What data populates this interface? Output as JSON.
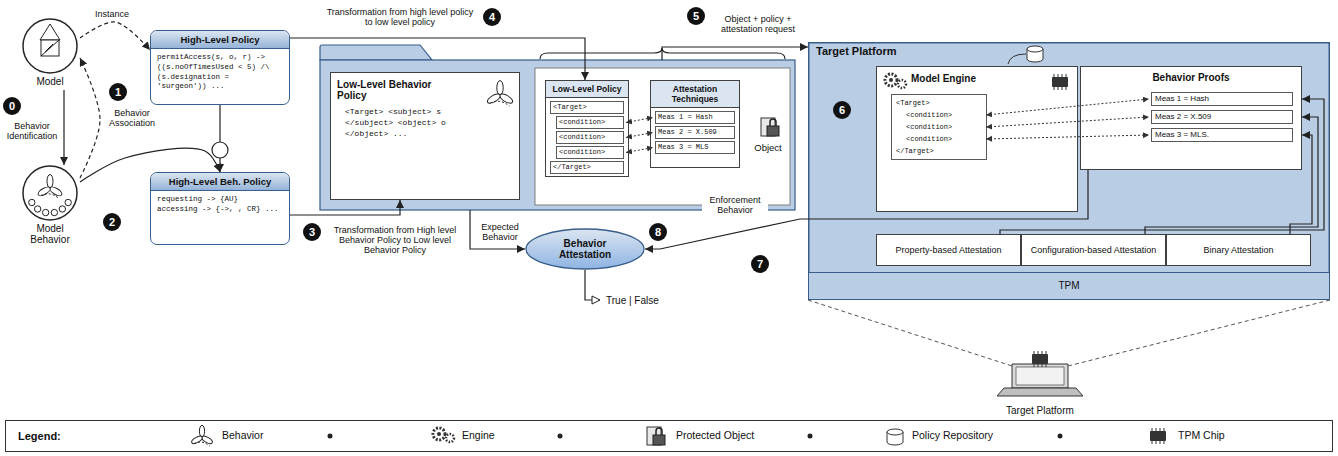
{
  "diagram": {
    "nodes": [
      {
        "text": [
          "Model"
        ]
      },
      {
        "text": [
          "High-Level Policy",
          "permitAccess(s, o, r) -> ((s.noOfTimesUsed < 5) /\\ (s.designation = 'surgeon')) ..."
        ]
      },
      {
        "text": [
          "Model Behavior"
        ]
      },
      {
        "text": [
          "High-Level Beh. Policy",
          "requesting -> {AU} accessing -> {->, , CR} ..."
        ]
      },
      {
        "text": []
      },
      {
        "text": [
          "Low-Level Behavior Policy",
          "<Target> <subject> s </subject> <object> o </object> ..."
        ],
        "in": 4
      },
      {
        "text": [
          "Low-Level Policy",
          "<Target>",
          "<condition>",
          "<condition>",
          "<condition>",
          "</Target>"
        ],
        "in": 4
      },
      {
        "text": [
          "Attestation Techniques",
          "Meas 1 = Hash",
          "Meas 2 = X.509",
          "Meas 3 = MLS"
        ],
        "in": 4
      },
      {
        "text": [
          "Object"
        ],
        "in": 4
      },
      {
        "text": [
          "Behavior Attestation"
        ]
      },
      {
        "text": [
          "Target Platform"
        ]
      },
      {
        "text": [
          "Model Engine",
          "<Target>",
          "<condition>",
          "<condition>",
          "<condition>",
          "</Target>"
        ],
        "in": 10
      },
      {
        "text": [
          "Behavior Proofs",
          "Meas 1 = Hash",
          "Meas 2 = X.509",
          "Meas 3 = MLS."
        ],
        "in": 10
      },
      {
        "text": [
          "Property-based Attestation"
        ],
        "in": 10
      },
      {
        "text": [
          "Configuration-based Attestation"
        ],
        "in": 10
      },
      {
        "text": [
          "Binary Attestation"
        ],
        "in": 10
      },
      {
        "text": [
          "TPM"
        ],
        "in": 10
      }
    ],
    "edges": [
      {
        "from": 0,
        "to": 1,
        "arrow": "to",
        "label": "Instance"
      },
      {
        "from": 0,
        "to": 2,
        "arrow": "to",
        "label": "Behavior Identification"
      },
      {
        "from": 2,
        "to": 0,
        "arrow": "to",
        "label": "Behavior Association"
      },
      {
        "from": 1,
        "to": 3,
        "arrow": "to"
      },
      {
        "from": 2,
        "to": 3,
        "arrow": "to"
      },
      {
        "from": 3,
        "to": 5,
        "arrow": "to",
        "label": "Transformation from High level Behavior Policy to Low level Behavior Policy"
      },
      {
        "from": 1,
        "to": 6,
        "arrow": "to",
        "label": "Transformation from high level policy to low level policy"
      },
      {
        "from": 4,
        "to": 10,
        "arrow": "to",
        "label": "Object + policy + attestation request"
      },
      {
        "from": 4,
        "to": 9,
        "arrow": "to",
        "label": "Expected Behavior"
      },
      {
        "from": 12,
        "to": 9,
        "arrow": "to",
        "label": "Enforcement Behavior"
      },
      {
        "from": 13,
        "to": 12,
        "arrow": "to"
      },
      {
        "from": 14,
        "to": 12,
        "arrow": "to"
      },
      {
        "from": 15,
        "to": 12,
        "arrow": "to"
      }
    ],
    "labels": [
      "0",
      "1",
      "2",
      "3",
      "4",
      "5",
      "6",
      "7",
      "8",
      "True | False",
      "Target Platform",
      "Legend:"
    ],
    "legend": [
      {
        "text": "Behavior"
      },
      {
        "text": "Engine"
      },
      {
        "text": "Protected Object"
      },
      {
        "text": "Policy Repository"
      },
      {
        "text": "TPM Chip"
      }
    ]
  }
}
